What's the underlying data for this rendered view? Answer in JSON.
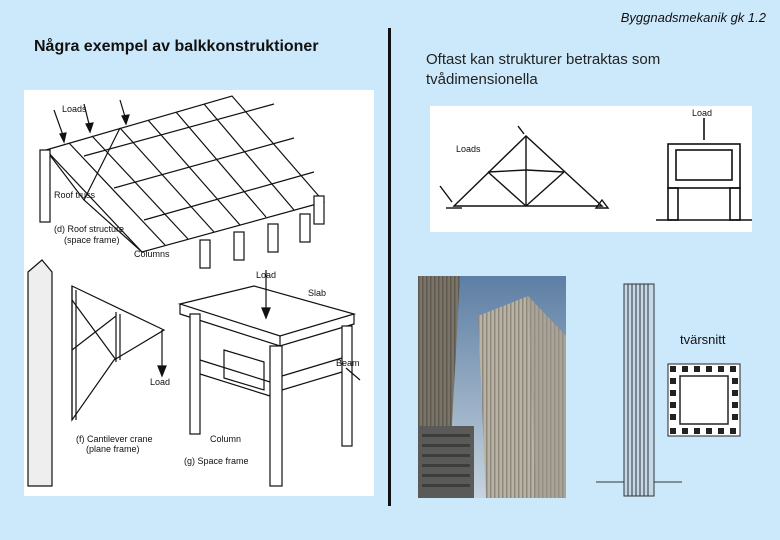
{
  "header": {
    "course": "Byggnadsmekanik gk  1.2"
  },
  "left": {
    "title": "Några exempel av balkkonstruktioner",
    "fig_d": {
      "loads": "Loads",
      "roof_truss": "Roof truss",
      "caption_1": "(d) Roof structure",
      "caption_2": "(space frame)",
      "columns": "Columns"
    },
    "fig_f": {
      "load": "Load",
      "caption_1": "(f)  Cantilever crane",
      "caption_2": "(plane frame)"
    },
    "fig_g": {
      "load": "Load",
      "slab": "Slab",
      "beam": "Beam",
      "column": "Column",
      "caption": "(g) Space frame"
    }
  },
  "right": {
    "text": "Oftast kan strukturer betraktas som tvådimensionella",
    "truss": {
      "loads": "Loads"
    },
    "frame": {
      "load": "Load"
    },
    "cross_section": {
      "label": "tvärsnitt"
    }
  }
}
